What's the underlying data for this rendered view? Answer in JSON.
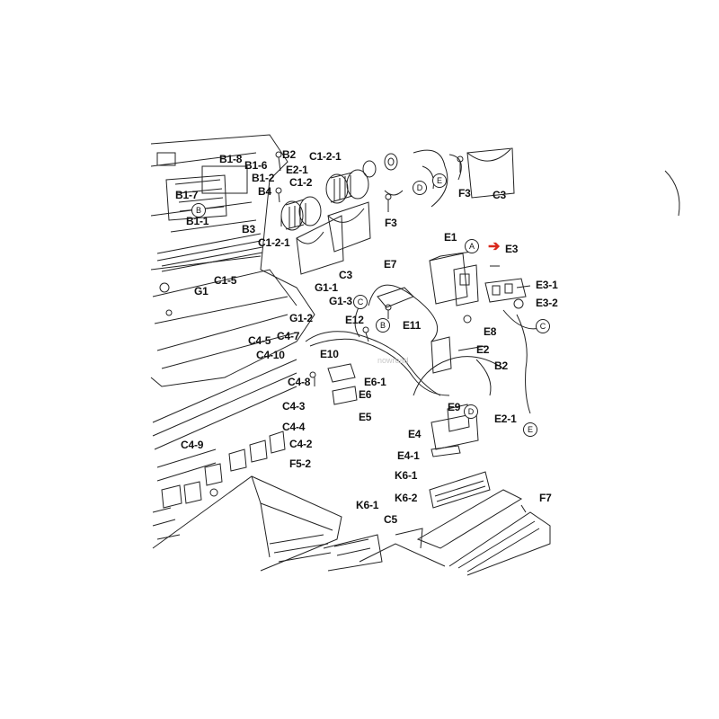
{
  "diagram": {
    "highlight_color": "#d9281c",
    "line_color": "#222222",
    "watermark": "nowroad",
    "highlighted_part": "E3",
    "part_labels": {
      "B1_8": "B1-8",
      "B1_6": "B1-6",
      "B1_2": "B1-2",
      "B2_top": "B2",
      "B4": "B4",
      "B1_7": "B1-7",
      "B1_1": "B1-1",
      "B3": "B3",
      "E2_1_top": "E2-1",
      "C1_2_1_top": "C1-2-1",
      "C1_2": "C1-2",
      "C1_2_1_mid": "C1-2-1",
      "C3_top": "C3",
      "F3_top": "F3",
      "F3_mid": "F3",
      "C3_mid": "C3",
      "C1_5": "C1-5",
      "G1": "G1",
      "G1_1": "G1-1",
      "G1_3": "G1-3",
      "G1_2": "G1-2",
      "E1": "E1",
      "E3": "E3",
      "E3_1": "E3-1",
      "E3_2": "E3-2",
      "E7": "E7",
      "E12": "E12",
      "E11": "E11",
      "E8": "E8",
      "E2": "E2",
      "C4_5": "C4-5",
      "C4_7": "C4-7",
      "C4_10": "C4-10",
      "E10": "E10",
      "C4_8": "C4-8",
      "E6_1": "E6-1",
      "E6": "E6",
      "E5": "E5",
      "B2_mid": "B2",
      "E9": "E9",
      "E2_1_mid": "E2-1",
      "C4_3": "C4-3",
      "C4_4": "C4-4",
      "C4_9": "C4-9",
      "C4_2": "C4-2",
      "E4": "E4",
      "E4_1": "E4-1",
      "F5_2": "F5-2",
      "K6_1_right": "K6-1",
      "K6_2": "K6-2",
      "F7": "F7",
      "K6_1_bottom": "K6-1",
      "C5": "C5"
    },
    "connector_markers": {
      "B": "B",
      "D_top": "D",
      "E_top": "E",
      "A": "A",
      "C_left": "C",
      "B_mid": "B",
      "C_right": "C",
      "D_mid": "D",
      "E_bottom": "E"
    }
  }
}
